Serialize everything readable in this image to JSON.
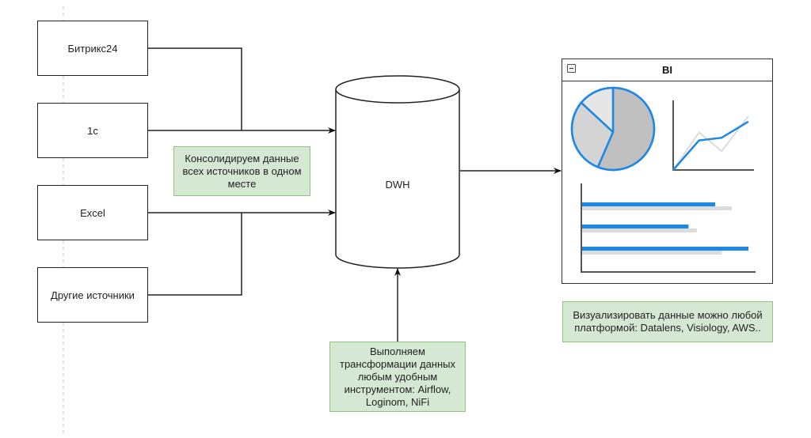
{
  "sources": [
    {
      "label": "Битрикс24"
    },
    {
      "label": "1с"
    },
    {
      "label": "Excel"
    },
    {
      "label": "Другие источники"
    }
  ],
  "dwh": {
    "label": "DWH"
  },
  "bi": {
    "title": "BI",
    "collapse_icon": "minus-square-icon",
    "pie_slices": [
      0.56,
      0.3,
      0.14
    ],
    "line_series": {
      "blue": [
        0,
        0.55,
        0.6,
        0.9
      ],
      "gray": [
        0,
        0.7,
        0.35,
        1.0
      ]
    },
    "bar_series": {
      "blue": [
        0.8,
        0.64,
        1.0
      ],
      "gray": [
        0.9,
        0.69,
        0.84
      ]
    },
    "colors": {
      "accent": "#1e88e5",
      "pie_dark": "#c0c0c0",
      "pie_mid": "#d4d4d4",
      "pie_light": "#e6e6e6",
      "gray_series": "#dcdcdc"
    }
  },
  "notes": {
    "consolidate": "Консолидируем данные всех источников в одном месте",
    "transform": "Выполняем трансформации данных любым удобным инструментом: Airflow, Loginom, NiFi",
    "visualize": "Визуализировать данные можно любой платформой: Datalens, Visiology, AWS.."
  },
  "colors": {
    "note_fill": "#d5e8d4",
    "note_border": "#93c47d",
    "line": "#222222"
  }
}
